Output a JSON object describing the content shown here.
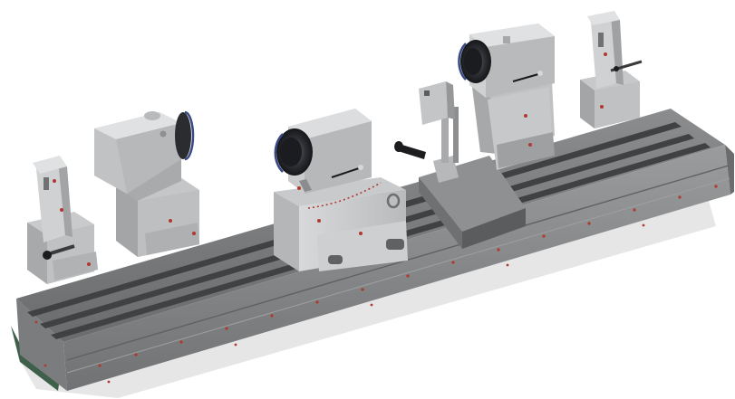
{
  "scene": {
    "background": "#ffffff",
    "colors": {
      "steel_light": "#c9cbcd",
      "steel_mid": "#a9abad",
      "steel_dark": "#7c7e80",
      "steel_shadow": "#5e6062",
      "rail_dark": "#4a4c4e",
      "hole_red": "#b0382e",
      "spindle_dark": "#2a2c30",
      "spindle_blue": "#3a4a86",
      "handle_black": "#1c1c1e",
      "floor_shadow": "#dcdcdc"
    },
    "objects": [
      {
        "name": "machine-bed",
        "icon": "linear-rail-bed"
      },
      {
        "name": "carriage-center",
        "icon": "carriage-with-rotary-head"
      },
      {
        "name": "rotary-head-left",
        "icon": "rotary-spindle-head"
      },
      {
        "name": "rotary-head-right",
        "icon": "rotary-spindle-head"
      },
      {
        "name": "tailstock-left",
        "icon": "tailstock"
      },
      {
        "name": "tailstock-right",
        "icon": "tailstock"
      },
      {
        "name": "clamp-slide",
        "icon": "clamp-slide"
      }
    ]
  }
}
